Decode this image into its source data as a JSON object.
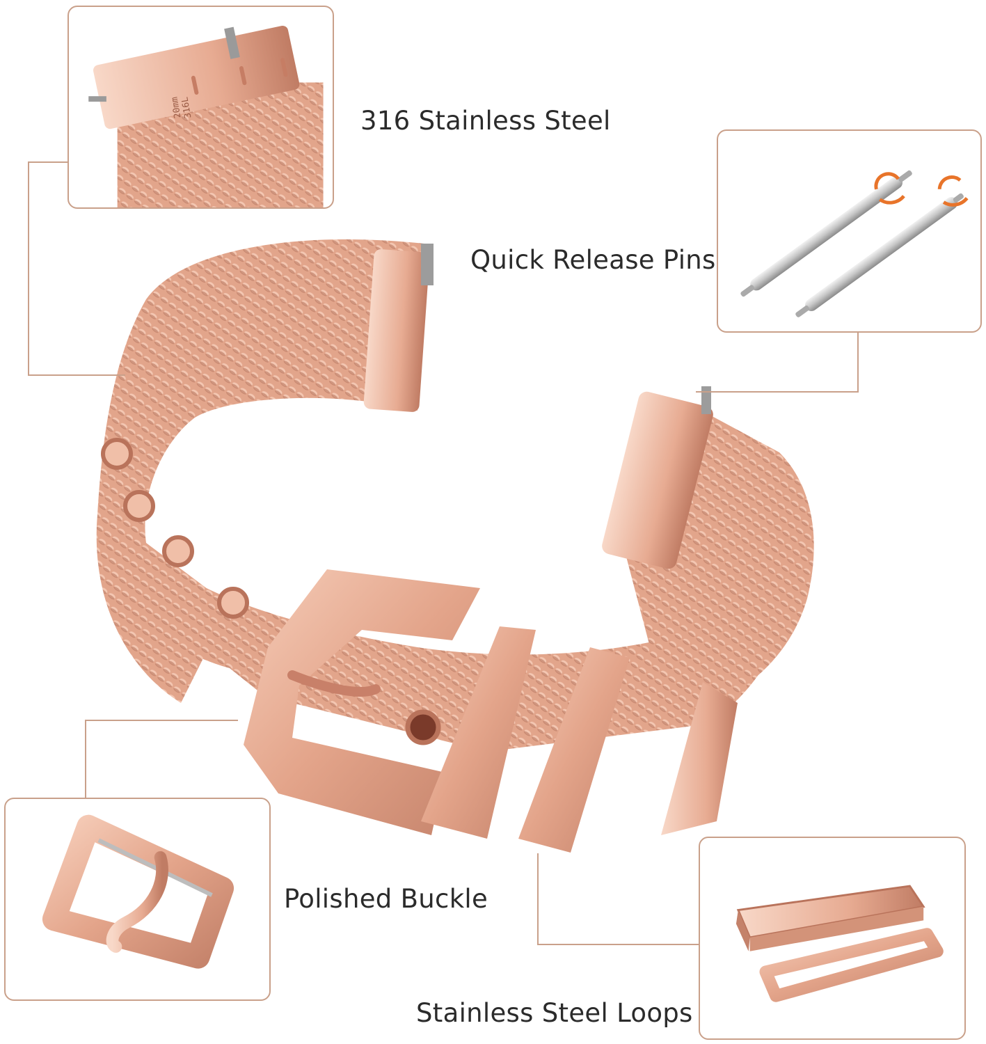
{
  "labels": {
    "steel": "316 Stainless Steel",
    "pins": "Quick Release Pins",
    "buckle": "Polished Buckle",
    "loops": "Stainless Steel Loops"
  },
  "stamp": {
    "size": "20mm",
    "grade": "316L"
  },
  "colors": {
    "rose_gold": "#e3a48a",
    "rose_gold_dark": "#b9735b",
    "rose_gold_light": "#f6cdb9",
    "frame": "#c9a08a",
    "silver": "#c8c8c8",
    "accent_orange": "#e8742a"
  }
}
